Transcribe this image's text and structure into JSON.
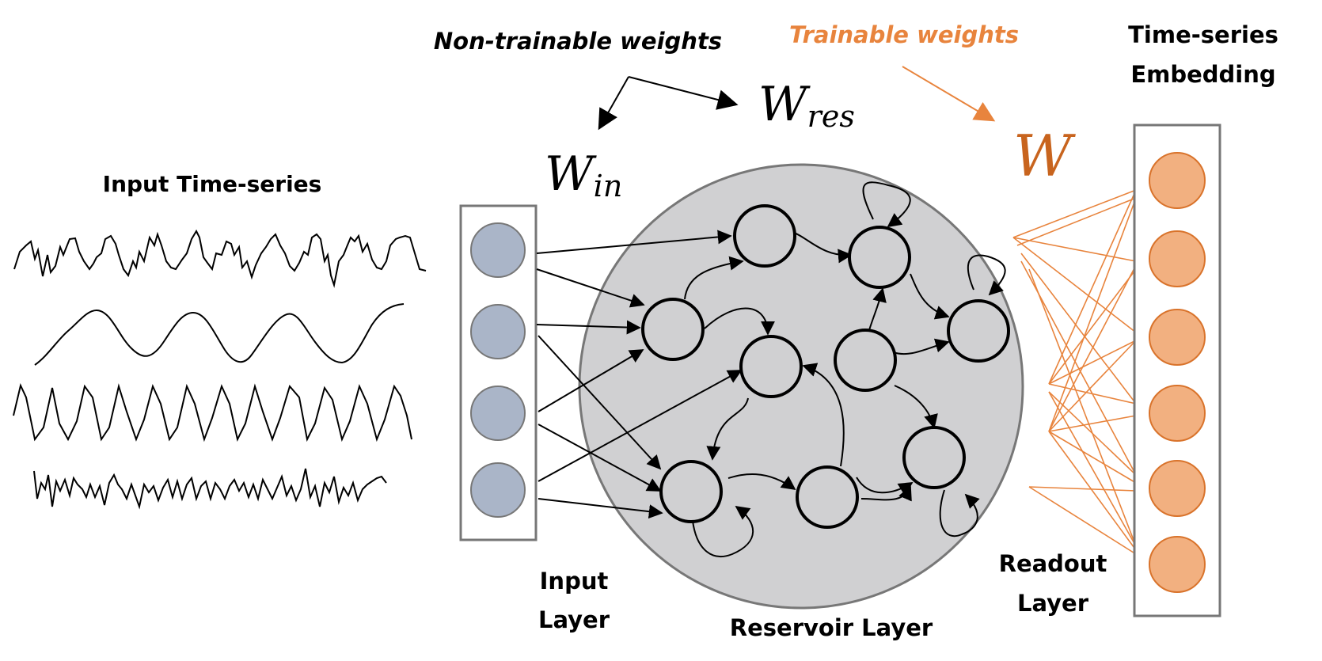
{
  "labels": {
    "input_series": "Input Time-series",
    "non_trainable": "Non-trainable weights",
    "trainable": "Trainable weights",
    "embedding_line1": "Time-series",
    "embedding_line2": "Embedding",
    "input_layer_line1": "Input",
    "input_layer_line2": "Layer",
    "reservoir_layer": "Reservoir Layer",
    "readout_line1": "Readout",
    "readout_line2": "Layer"
  },
  "math": {
    "w_in_base": "W",
    "w_in_sub": "in",
    "w_res_base": "W",
    "w_res_sub": "res",
    "w_out": "W"
  },
  "colors": {
    "input_node": "#aab5c8",
    "reservoir_fill": "#d0d0d2",
    "reservoir_node": "#d0d0d2",
    "output_node": "#f2b080",
    "output_stroke": "#d9732b",
    "trainable": "#e8843d",
    "w_out": "#c8641e",
    "frame": "#777777"
  }
}
